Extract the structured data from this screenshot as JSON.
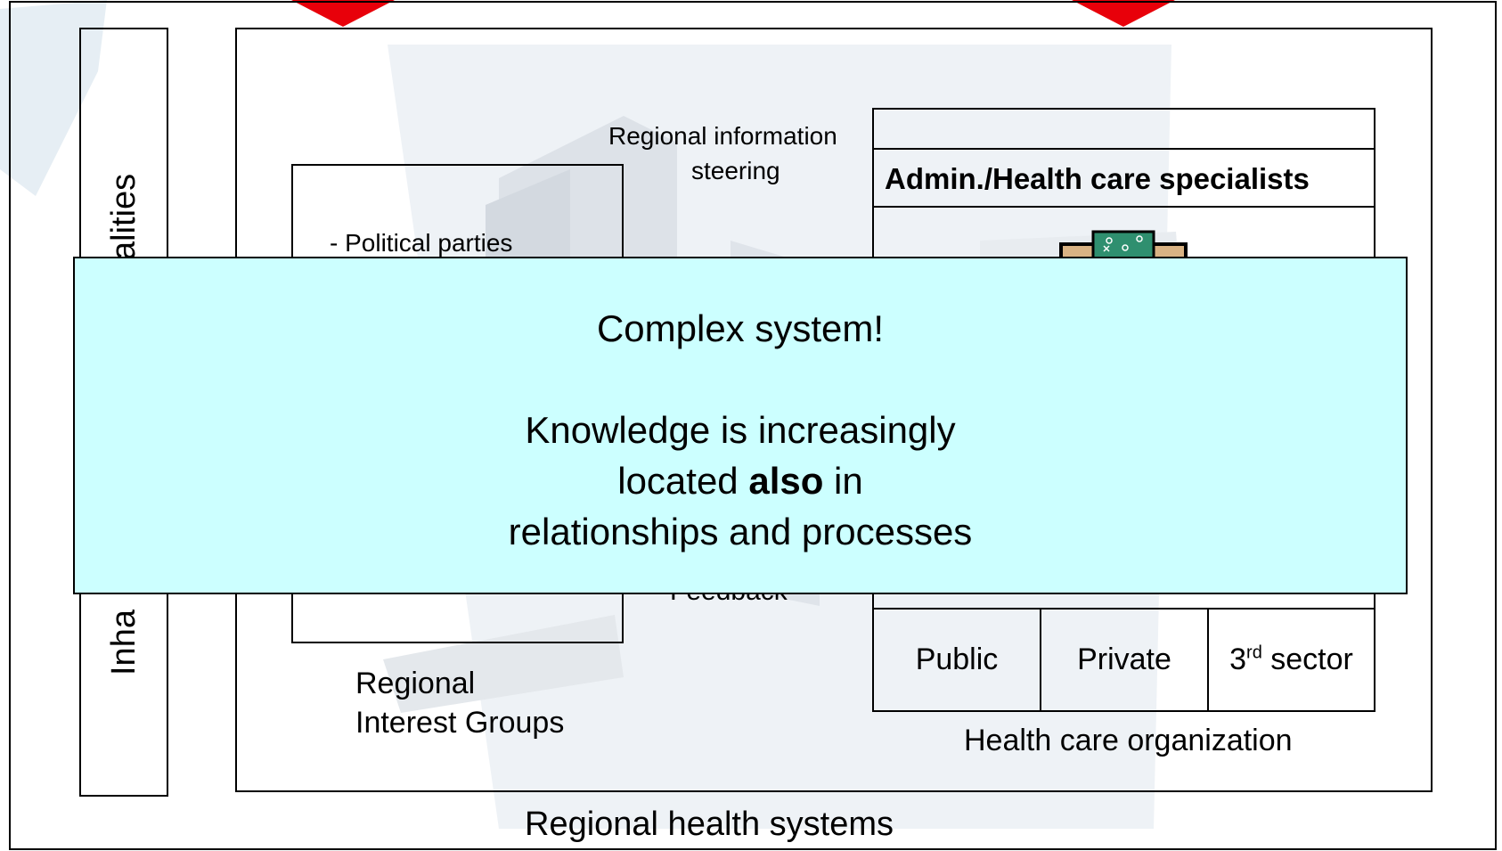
{
  "diagram": {
    "frame_label": "Regional health systems",
    "inhabitants_label": "Inhabitants/municipalities",
    "inhabitants_visible_top": "alities",
    "inhabitants_visible_bottom": "Inha",
    "interest_box": {
      "item": "- Political parties",
      "caption_line1": "Regional",
      "caption_line2": "Interest Groups"
    },
    "steering_label_line1": "Regional information",
    "steering_label_line2": "steering",
    "feedback_label": "Feedback",
    "specialists_header": "Admin./Health care specialists",
    "org_cells": [
      "Public",
      "Private",
      "3rd sector"
    ],
    "org_cells_display": {
      "third_main": "3",
      "third_sup": "rd",
      "third_rest": " sector"
    },
    "org_caption": "Health care organization"
  },
  "overlay": {
    "line1": "Complex system!",
    "line2": "Knowledge is increasingly",
    "line3_pre": "located ",
    "line3_bold": "also",
    "line3_post": " in",
    "line4": "relationships and processes"
  },
  "colors": {
    "overlay_bg": "#ccffff",
    "arrow_red": "#e8000a",
    "watermark": "#e3e8ee"
  }
}
